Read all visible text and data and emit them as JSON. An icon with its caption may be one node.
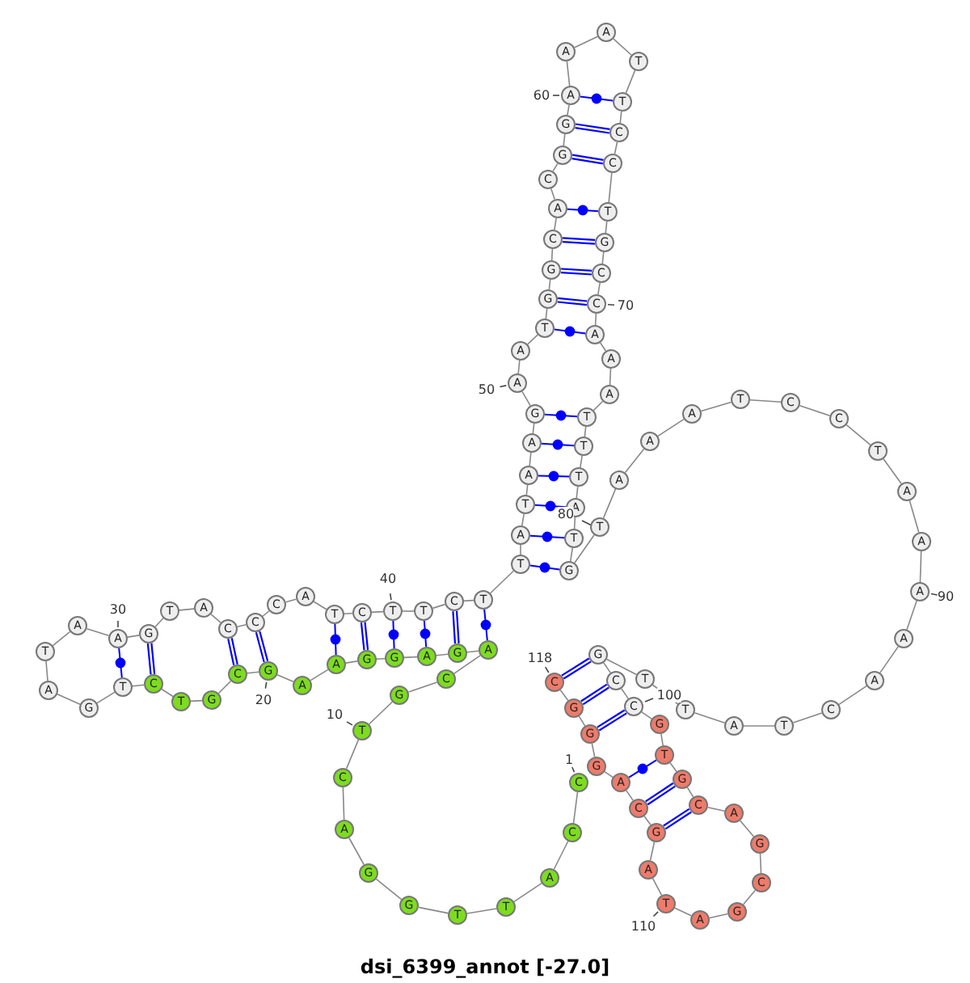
{
  "diagram": {
    "caption": "dsi_6399_annot [-27.0]",
    "nodes": [
      {
        "text": [
          "C"
        ],
        "beside": [
          "1"
        ]
      },
      {
        "text": [
          "C"
        ]
      },
      {
        "text": [
          "A"
        ]
      },
      {
        "text": [
          "T"
        ]
      },
      {
        "text": [
          "T"
        ]
      },
      {
        "text": [
          "G"
        ]
      },
      {
        "text": [
          "G"
        ]
      },
      {
        "text": [
          "A"
        ]
      },
      {
        "text": [
          "C"
        ]
      },
      {
        "text": [
          "T"
        ],
        "beside": [
          "10"
        ]
      },
      {
        "text": [
          "G"
        ]
      },
      {
        "text": [
          "C"
        ]
      },
      {
        "text": [
          "A"
        ]
      },
      {
        "text": [
          "G"
        ]
      },
      {
        "text": [
          "A"
        ]
      },
      {
        "text": [
          "G"
        ]
      },
      {
        "text": [
          "G"
        ]
      },
      {
        "text": [
          "A"
        ]
      },
      {
        "text": [
          "A"
        ]
      },
      {
        "text": [
          "G"
        ],
        "beside": [
          "20"
        ]
      },
      {
        "text": [
          "C"
        ]
      },
      {
        "text": [
          "G"
        ]
      },
      {
        "text": [
          "T"
        ]
      },
      {
        "text": [
          "C"
        ]
      },
      {
        "text": [
          "T"
        ]
      },
      {
        "text": [
          "G"
        ]
      },
      {
        "text": [
          "A"
        ]
      },
      {
        "text": [
          "T"
        ]
      },
      {
        "text": [
          "A"
        ]
      },
      {
        "text": [
          "A"
        ],
        "beside": [
          "30"
        ]
      },
      {
        "text": [
          "G"
        ]
      },
      {
        "text": [
          "T"
        ]
      },
      {
        "text": [
          "A"
        ]
      },
      {
        "text": [
          "C"
        ]
      },
      {
        "text": [
          "C"
        ]
      },
      {
        "text": [
          "C"
        ]
      },
      {
        "text": [
          "A"
        ]
      },
      {
        "text": [
          "T"
        ]
      },
      {
        "text": [
          "C"
        ]
      },
      {
        "text": [
          "T"
        ],
        "beside": [
          "40"
        ]
      },
      {
        "text": [
          "T"
        ]
      },
      {
        "text": [
          "C"
        ]
      },
      {
        "text": [
          "T"
        ]
      },
      {
        "text": [
          "T"
        ]
      },
      {
        "text": [
          "A"
        ]
      },
      {
        "text": [
          "T"
        ]
      },
      {
        "text": [
          "A"
        ]
      },
      {
        "text": [
          "A"
        ]
      },
      {
        "text": [
          "G"
        ]
      },
      {
        "text": [
          "A"
        ],
        "beside": [
          "50"
        ]
      },
      {
        "text": [
          "A"
        ]
      },
      {
        "text": [
          "T"
        ]
      },
      {
        "text": [
          "G"
        ]
      },
      {
        "text": [
          "G"
        ]
      },
      {
        "text": [
          "C"
        ]
      },
      {
        "text": [
          "A"
        ]
      },
      {
        "text": [
          "C"
        ]
      },
      {
        "text": [
          "G"
        ]
      },
      {
        "text": [
          "G"
        ]
      },
      {
        "text": [
          "A"
        ],
        "beside": [
          "60"
        ]
      },
      {
        "text": [
          "A"
        ]
      },
      {
        "text": [
          "A"
        ]
      },
      {
        "text": [
          "T"
        ]
      },
      {
        "text": [
          "T"
        ]
      },
      {
        "text": [
          "C"
        ]
      },
      {
        "text": [
          "C"
        ]
      },
      {
        "text": [
          "T"
        ]
      },
      {
        "text": [
          "G"
        ]
      },
      {
        "text": [
          "C"
        ]
      },
      {
        "text": [
          "C"
        ],
        "beside": [
          "70"
        ]
      },
      {
        "text": [
          "A"
        ]
      },
      {
        "text": [
          "A"
        ]
      },
      {
        "text": [
          "A"
        ]
      },
      {
        "text": [
          "T"
        ]
      },
      {
        "text": [
          "T"
        ]
      },
      {
        "text": [
          "T"
        ]
      },
      {
        "text": [
          "A"
        ]
      },
      {
        "text": [
          "T"
        ]
      },
      {
        "text": [
          "G"
        ]
      },
      {
        "text": [
          "T"
        ]
      },
      {
        "text": [
          "A"
        ]
      },
      {
        "text": [
          "A"
        ]
      },
      {
        "text": [
          "A"
        ]
      },
      {
        "text": [
          "T"
        ]
      },
      {
        "text": [
          "C"
        ]
      },
      {
        "text": [
          "C"
        ]
      },
      {
        "text": [
          "T"
        ]
      },
      {
        "text": [
          "A"
        ]
      },
      {
        "text": [
          "A"
        ]
      },
      {
        "text": [
          "A"
        ],
        "beside": [
          "90"
        ]
      },
      {
        "text": [
          "A"
        ]
      },
      {
        "text": [
          "A"
        ]
      },
      {
        "text": [
          "C"
        ]
      },
      {
        "text": [
          "T"
        ]
      },
      {
        "text": [
          "A"
        ]
      },
      {
        "text": [
          "T"
        ]
      },
      {
        "text": [
          "T"
        ]
      },
      {
        "text": [
          "G"
        ]
      },
      {
        "text": [
          "C"
        ]
      },
      {
        "text": [
          "C"
        ]
      },
      {
        "text": [
          "G"
        ]
      },
      {
        "text": [
          "T"
        ]
      },
      {
        "text": [
          "G"
        ]
      },
      {
        "text": [
          "C"
        ]
      },
      {
        "text": [
          "A"
        ]
      },
      {
        "text": [
          "G"
        ]
      },
      {
        "text": [
          "C"
        ]
      },
      {
        "text": [
          "G"
        ]
      },
      {
        "text": [
          "A"
        ]
      },
      {
        "text": [
          "T"
        ],
        "beside": [
          "110"
        ]
      },
      {
        "text": [
          "A"
        ]
      },
      {
        "text": [
          "G"
        ]
      },
      {
        "text": [
          "C"
        ]
      },
      {
        "text": [
          "A"
        ]
      },
      {
        "text": [
          "G"
        ]
      },
      {
        "text": [
          "G"
        ]
      },
      {
        "text": [
          "G"
        ]
      },
      {
        "text": [
          "C"
        ],
        "beside": [
          "118"
        ]
      }
    ],
    "edges": [
      {
        "from": 0,
        "to": 1,
        "arrow": "none"
      },
      {
        "from": 1,
        "to": 2,
        "arrow": "none"
      },
      {
        "from": 2,
        "to": 3,
        "arrow": "none"
      },
      {
        "from": 3,
        "to": 4,
        "arrow": "none"
      },
      {
        "from": 4,
        "to": 5,
        "arrow": "none"
      },
      {
        "from": 5,
        "to": 6,
        "arrow": "none"
      },
      {
        "from": 6,
        "to": 7,
        "arrow": "none"
      },
      {
        "from": 7,
        "to": 8,
        "arrow": "none"
      },
      {
        "from": 8,
        "to": 9,
        "arrow": "none"
      },
      {
        "from": 9,
        "to": 10,
        "arrow": "none"
      },
      {
        "from": 10,
        "to": 11,
        "arrow": "none"
      },
      {
        "from": 11,
        "to": 12,
        "arrow": "none"
      },
      {
        "from": 12,
        "to": 13,
        "arrow": "none"
      },
      {
        "from": 13,
        "to": 14,
        "arrow": "none"
      },
      {
        "from": 14,
        "to": 15,
        "arrow": "none"
      },
      {
        "from": 15,
        "to": 16,
        "arrow": "none"
      },
      {
        "from": 16,
        "to": 17,
        "arrow": "none"
      },
      {
        "from": 17,
        "to": 18,
        "arrow": "none"
      },
      {
        "from": 18,
        "to": 19,
        "arrow": "none"
      },
      {
        "from": 19,
        "to": 20,
        "arrow": "none"
      },
      {
        "from": 20,
        "to": 21,
        "arrow": "none"
      },
      {
        "from": 21,
        "to": 22,
        "arrow": "none"
      },
      {
        "from": 22,
        "to": 23,
        "arrow": "none"
      },
      {
        "from": 23,
        "to": 24,
        "arrow": "none"
      },
      {
        "from": 24,
        "to": 25,
        "arrow": "none"
      },
      {
        "from": 25,
        "to": 26,
        "arrow": "none"
      },
      {
        "from": 26,
        "to": 27,
        "arrow": "none"
      },
      {
        "from": 27,
        "to": 28,
        "arrow": "none"
      },
      {
        "from": 28,
        "to": 29,
        "arrow": "none"
      },
      {
        "from": 29,
        "to": 30,
        "arrow": "none"
      },
      {
        "from": 30,
        "to": 31,
        "arrow": "none"
      },
      {
        "from": 31,
        "to": 32,
        "arrow": "none"
      },
      {
        "from": 32,
        "to": 33,
        "arrow": "none"
      },
      {
        "from": 33,
        "to": 34,
        "arrow": "none"
      },
      {
        "from": 34,
        "to": 35,
        "arrow": "none"
      },
      {
        "from": 35,
        "to": 36,
        "arrow": "none"
      },
      {
        "from": 36,
        "to": 37,
        "arrow": "none"
      },
      {
        "from": 37,
        "to": 38,
        "arrow": "none"
      },
      {
        "from": 38,
        "to": 39,
        "arrow": "none"
      },
      {
        "from": 39,
        "to": 40,
        "arrow": "none"
      },
      {
        "from": 40,
        "to": 41,
        "arrow": "none"
      },
      {
        "from": 41,
        "to": 42,
        "arrow": "none"
      },
      {
        "from": 42,
        "to": 43,
        "arrow": "none"
      },
      {
        "from": 43,
        "to": 44,
        "arrow": "none"
      },
      {
        "from": 44,
        "to": 45,
        "arrow": "none"
      },
      {
        "from": 45,
        "to": 46,
        "arrow": "none"
      },
      {
        "from": 46,
        "to": 47,
        "arrow": "none"
      },
      {
        "from": 47,
        "to": 48,
        "arrow": "none"
      },
      {
        "from": 48,
        "to": 49,
        "arrow": "none"
      },
      {
        "from": 49,
        "to": 50,
        "arrow": "none"
      },
      {
        "from": 50,
        "to": 51,
        "arrow": "none"
      },
      {
        "from": 51,
        "to": 52,
        "arrow": "none"
      },
      {
        "from": 52,
        "to": 53,
        "arrow": "none"
      },
      {
        "from": 53,
        "to": 54,
        "arrow": "none"
      },
      {
        "from": 54,
        "to": 55,
        "arrow": "none"
      },
      {
        "from": 55,
        "to": 56,
        "arrow": "none"
      },
      {
        "from": 56,
        "to": 57,
        "arrow": "none"
      },
      {
        "from": 57,
        "to": 58,
        "arrow": "none"
      },
      {
        "from": 58,
        "to": 59,
        "arrow": "none"
      },
      {
        "from": 59,
        "to": 60,
        "arrow": "none"
      },
      {
        "from": 60,
        "to": 61,
        "arrow": "none"
      },
      {
        "from": 61,
        "to": 62,
        "arrow": "none"
      },
      {
        "from": 62,
        "to": 63,
        "arrow": "none"
      },
      {
        "from": 63,
        "to": 64,
        "arrow": "none"
      },
      {
        "from": 64,
        "to": 65,
        "arrow": "none"
      },
      {
        "from": 65,
        "to": 66,
        "arrow": "none"
      },
      {
        "from": 66,
        "to": 67,
        "arrow": "none"
      },
      {
        "from": 67,
        "to": 68,
        "arrow": "none"
      },
      {
        "from": 68,
        "to": 69,
        "arrow": "none"
      },
      {
        "from": 69,
        "to": 70,
        "arrow": "none"
      },
      {
        "from": 70,
        "to": 71,
        "arrow": "none"
      },
      {
        "from": 71,
        "to": 72,
        "arrow": "none"
      },
      {
        "from": 72,
        "to": 73,
        "arrow": "none"
      },
      {
        "from": 73,
        "to": 74,
        "arrow": "none"
      },
      {
        "from": 74,
        "to": 75,
        "arrow": "none"
      },
      {
        "from": 75,
        "to": 76,
        "arrow": "none"
      },
      {
        "from": 76,
        "to": 77,
        "arrow": "none"
      },
      {
        "from": 77,
        "to": 78,
        "arrow": "none"
      },
      {
        "from": 78,
        "to": 79,
        "arrow": "none"
      },
      {
        "from": 79,
        "to": 80,
        "arrow": "none"
      },
      {
        "from": 80,
        "to": 81,
        "arrow": "none"
      },
      {
        "from": 81,
        "to": 82,
        "arrow": "none"
      },
      {
        "from": 82,
        "to": 83,
        "arrow": "none"
      },
      {
        "from": 83,
        "to": 84,
        "arrow": "none"
      },
      {
        "from": 84,
        "to": 85,
        "arrow": "none"
      },
      {
        "from": 85,
        "to": 86,
        "arrow": "none"
      },
      {
        "from": 86,
        "to": 87,
        "arrow": "none"
      },
      {
        "from": 87,
        "to": 88,
        "arrow": "none"
      },
      {
        "from": 88,
        "to": 89,
        "arrow": "none"
      },
      {
        "from": 89,
        "to": 90,
        "arrow": "none"
      },
      {
        "from": 90,
        "to": 91,
        "arrow": "none"
      },
      {
        "from": 91,
        "to": 92,
        "arrow": "none"
      },
      {
        "from": 92,
        "to": 93,
        "arrow": "none"
      },
      {
        "from": 93,
        "to": 94,
        "arrow": "none"
      },
      {
        "from": 94,
        "to": 95,
        "arrow": "none"
      },
      {
        "from": 95,
        "to": 96,
        "arrow": "none"
      },
      {
        "from": 96,
        "to": 97,
        "arrow": "none"
      },
      {
        "from": 97,
        "to": 98,
        "arrow": "none"
      },
      {
        "from": 98,
        "to": 99,
        "arrow": "none"
      },
      {
        "from": 99,
        "to": 100,
        "arrow": "none"
      },
      {
        "from": 100,
        "to": 101,
        "arrow": "none"
      },
      {
        "from": 101,
        "to": 102,
        "arrow": "none"
      },
      {
        "from": 102,
        "to": 103,
        "arrow": "none"
      },
      {
        "from": 103,
        "to": 104,
        "arrow": "none"
      },
      {
        "from": 104,
        "to": 105,
        "arrow": "none"
      },
      {
        "from": 105,
        "to": 106,
        "arrow": "none"
      },
      {
        "from": 106,
        "to": 107,
        "arrow": "none"
      },
      {
        "from": 107,
        "to": 108,
        "arrow": "none"
      },
      {
        "from": 108,
        "to": 109,
        "arrow": "none"
      },
      {
        "from": 109,
        "to": 110,
        "arrow": "none"
      },
      {
        "from": 110,
        "to": 111,
        "arrow": "none"
      },
      {
        "from": 111,
        "to": 112,
        "arrow": "none"
      },
      {
        "from": 112,
        "to": 113,
        "arrow": "none"
      },
      {
        "from": 113,
        "to": 114,
        "arrow": "none"
      },
      {
        "from": 114,
        "to": 115,
        "arrow": "none"
      },
      {
        "from": 115,
        "to": 116,
        "arrow": "none"
      },
      {
        "from": 116,
        "to": 117,
        "arrow": "none"
      },
      {
        "from": 12,
        "to": 42,
        "arrow": "none",
        "color": "#0000ff"
      },
      {
        "from": 13,
        "to": 41,
        "arrow": "none",
        "color": "#0000ff",
        "style": "thick"
      },
      {
        "from": 14,
        "to": 40,
        "arrow": "none",
        "color": "#0000ff"
      },
      {
        "from": 15,
        "to": 39,
        "arrow": "none",
        "color": "#0000ff"
      },
      {
        "from": 16,
        "to": 38,
        "arrow": "none",
        "color": "#0000ff",
        "style": "thick"
      },
      {
        "from": 17,
        "to": 37,
        "arrow": "none",
        "color": "#0000ff"
      },
      {
        "from": 19,
        "to": 34,
        "arrow": "none",
        "color": "#0000ff",
        "style": "thick"
      },
      {
        "from": 20,
        "to": 33,
        "arrow": "none",
        "color": "#0000ff",
        "style": "thick"
      },
      {
        "from": 23,
        "to": 30,
        "arrow": "none",
        "color": "#0000ff",
        "style": "thick"
      },
      {
        "from": 24,
        "to": 29,
        "arrow": "none",
        "color": "#0000ff"
      },
      {
        "from": 43,
        "to": 78,
        "arrow": "none",
        "color": "#0000ff"
      },
      {
        "from": 44,
        "to": 77,
        "arrow": "none",
        "color": "#0000ff"
      },
      {
        "from": 45,
        "to": 76,
        "arrow": "none",
        "color": "#0000ff"
      },
      {
        "from": 46,
        "to": 75,
        "arrow": "none",
        "color": "#0000ff"
      },
      {
        "from": 47,
        "to": 74,
        "arrow": "none",
        "color": "#0000ff"
      },
      {
        "from": 48,
        "to": 73,
        "arrow": "none",
        "color": "#0000ff"
      },
      {
        "from": 51,
        "to": 70,
        "arrow": "none",
        "color": "#0000ff"
      },
      {
        "from": 52,
        "to": 69,
        "arrow": "none",
        "color": "#0000ff",
        "style": "thick"
      },
      {
        "from": 53,
        "to": 68,
        "arrow": "none",
        "color": "#0000ff",
        "style": "thick"
      },
      {
        "from": 54,
        "to": 67,
        "arrow": "none",
        "color": "#0000ff",
        "style": "thick"
      },
      {
        "from": 55,
        "to": 66,
        "arrow": "none",
        "color": "#0000ff"
      },
      {
        "from": 57,
        "to": 65,
        "arrow": "none",
        "color": "#0000ff",
        "style": "thick"
      },
      {
        "from": 58,
        "to": 64,
        "arrow": "none",
        "color": "#0000ff",
        "style": "thick"
      },
      {
        "from": 59,
        "to": 63,
        "arrow": "none",
        "color": "#0000ff"
      },
      {
        "from": 97,
        "to": 117,
        "arrow": "none",
        "color": "#0000ff",
        "style": "thick"
      },
      {
        "from": 98,
        "to": 116,
        "arrow": "none",
        "color": "#0000ff",
        "style": "thick"
      },
      {
        "from": 99,
        "to": 115,
        "arrow": "none",
        "color": "#0000ff",
        "style": "thick"
      },
      {
        "from": 101,
        "to": 113,
        "arrow": "none",
        "color": "#0000ff"
      },
      {
        "from": 102,
        "to": 112,
        "arrow": "none",
        "color": "#0000ff",
        "style": "thick"
      },
      {
        "from": 103,
        "to": 111,
        "arrow": "none",
        "color": "#0000ff",
        "style": "thick"
      }
    ],
    "labels": [
      "80",
      "100"
    ]
  }
}
